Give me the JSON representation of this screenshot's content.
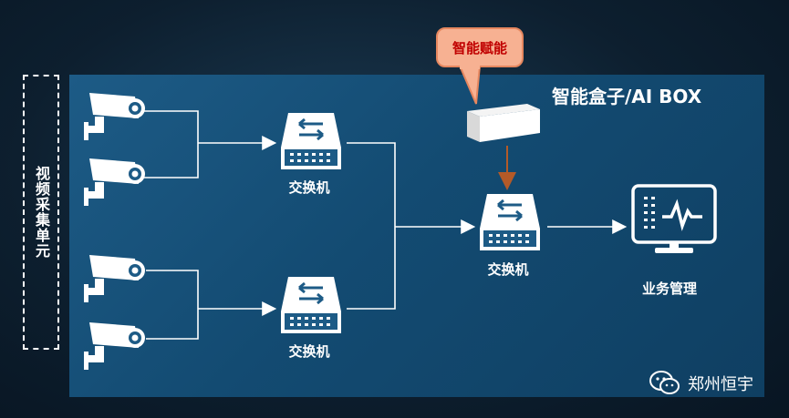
{
  "side_label": "视频采集单元",
  "callout": "智能赋能",
  "ai_box_title": "智能盒子/AI BOX",
  "switch_top_label": "交换机",
  "switch_bottom_label": "交换机",
  "switch_core_label": "交换机",
  "management_label": "业务管理",
  "watermark": "郑州恒宇",
  "colors": {
    "panel": "#17507a",
    "callout_fill": "#f7b192",
    "callout_text": "#c00000",
    "arrow_down": "#b35a28",
    "line": "#ffffff"
  },
  "icons": [
    "camera-icon",
    "switch-icon",
    "ai-box-icon",
    "monitor-icon",
    "wechat-icon"
  ]
}
